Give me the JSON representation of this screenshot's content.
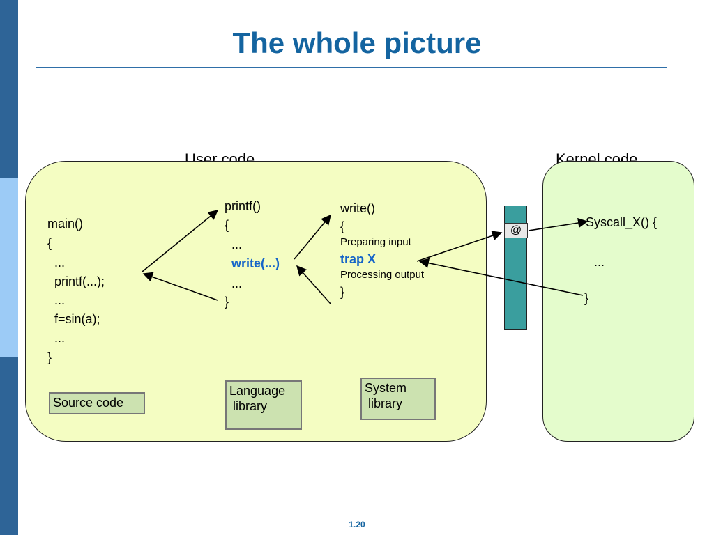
{
  "title": "The whole picture",
  "labels": {
    "user_code": "User code",
    "kernel_code": "Kernel code"
  },
  "main_code": {
    "lines": [
      "main()",
      "{",
      "  ...",
      "  printf(...);",
      "  ...",
      "  f=sin(a);",
      "  ...",
      "}"
    ]
  },
  "printf_code": {
    "lines": [
      "printf()",
      "{",
      "  ...",
      "  write(...)",
      "  ...",
      "}"
    ]
  },
  "write_code": {
    "line1": "write()",
    "line2": "{",
    "line3": "Preparing input",
    "line4": "trap X",
    "line5": "Processing output",
    "line6": "}"
  },
  "kernel_code": {
    "line1": "Syscall_X() {",
    "line2": "...",
    "line3": "}"
  },
  "boxes": {
    "source_code": "Source code",
    "language_library_1": "Language",
    "language_library_2": " library",
    "system_library_1": "System",
    "system_library_2": " library"
  },
  "trap_table": {
    "symbol": "@"
  },
  "colors": {
    "user_fill": "#f4fdc2",
    "kernel_fill": "#e4fccc",
    "trap_bar": "#3a9e9e",
    "highlight": "#1464c8"
  },
  "page_number": "1.20"
}
